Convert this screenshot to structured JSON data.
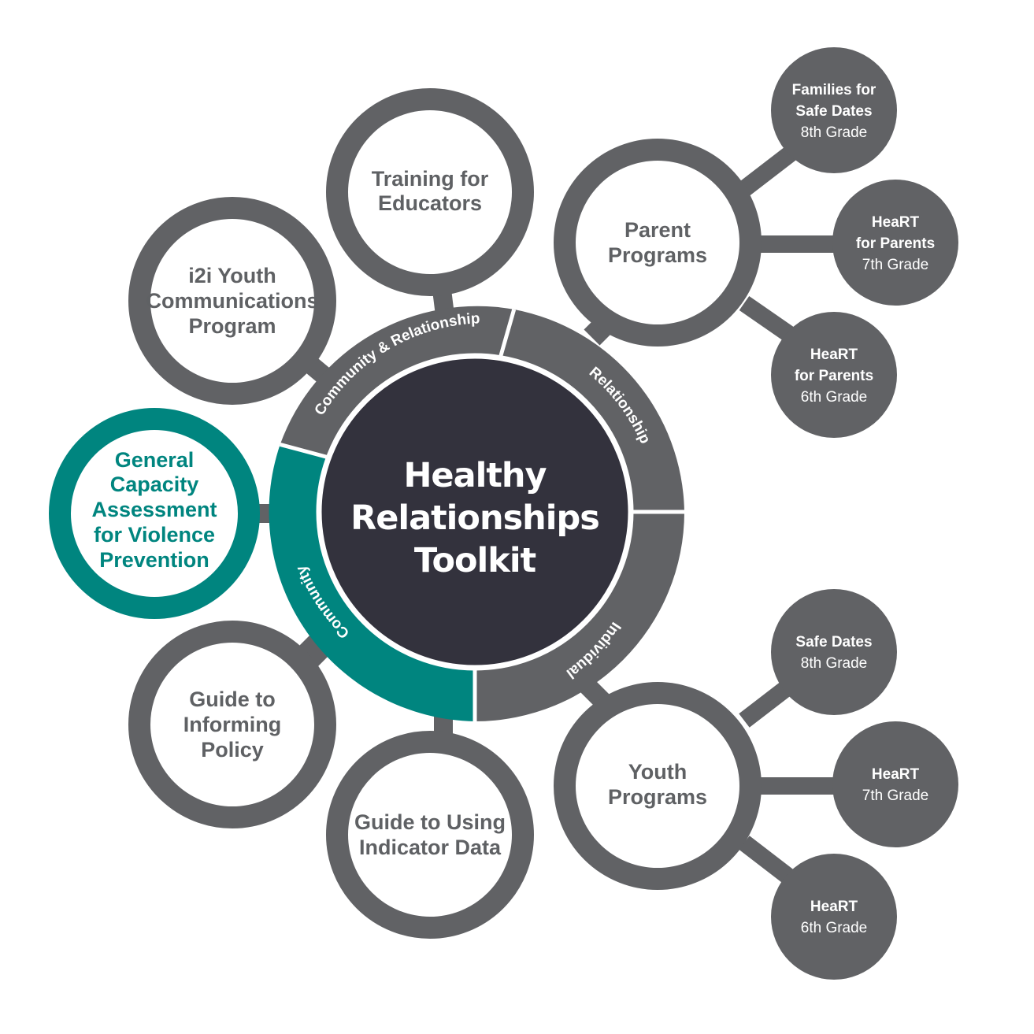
{
  "center": {
    "lines": [
      "Healthy",
      "Relationships",
      "Toolkit"
    ]
  },
  "ring_segments": {
    "community_relationship": "Community & Relationship",
    "relationship": "Relationship",
    "individual": "Individual",
    "community": "Community"
  },
  "nodes": {
    "training": [
      "Training for",
      "Educators"
    ],
    "i2i": [
      "i2i Youth",
      "Communications",
      "Program"
    ],
    "general": [
      "General",
      "Capacity",
      "Assessment",
      "for Violence",
      "Prevention"
    ],
    "informing": [
      "Guide to",
      "Informing",
      "Policy"
    ],
    "indicator": [
      "Guide to Using",
      "Indicator Data"
    ],
    "parent": [
      "Parent",
      "Programs"
    ],
    "youth": [
      "Youth",
      "Programs"
    ]
  },
  "subnodes": {
    "families": {
      "bold": [
        "Families for",
        "Safe Dates"
      ],
      "regular": "8th Grade"
    },
    "heart_parents_7": {
      "bold": [
        "HeaRT",
        "for Parents"
      ],
      "regular": "7th Grade"
    },
    "heart_parents_6": {
      "bold": [
        "HeaRT",
        "for Parents"
      ],
      "regular": "6th Grade"
    },
    "safe_dates": {
      "bold": [
        "Safe Dates"
      ],
      "regular": "8th Grade"
    },
    "heart_7": {
      "bold": [
        "HeaRT"
      ],
      "regular": "7th Grade"
    },
    "heart_6": {
      "bold": [
        "HeaRT"
      ],
      "regular": "6th Grade"
    }
  },
  "colors": {
    "gray": "#616265",
    "dark_center": "#33323d",
    "teal": "#00857f",
    "white": "#ffffff"
  }
}
